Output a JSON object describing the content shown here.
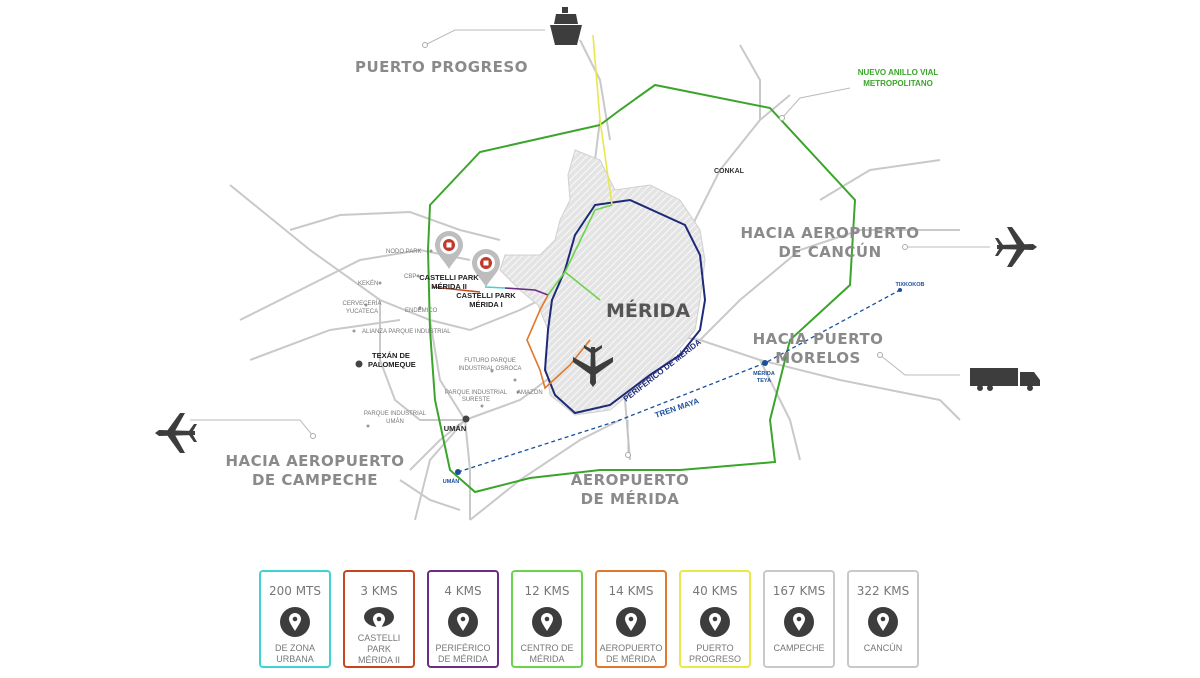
{
  "map": {
    "port_label": "PUERTO PROGRESO",
    "ring_label_line1": "NUEVO ANILLO VIAL",
    "ring_label_line2": "METROPOLITANO",
    "conkal": "CONKAL",
    "cancun_line1": "HACIA AEROPUERTO",
    "cancun_line2": "DE CANCÚN",
    "morelos_line1": "HACIA PUERTO",
    "morelos_line2": "MORELOS",
    "campeche_line1": "HACIA AEROPUERTO",
    "campeche_line2": "DE CAMPECHE",
    "airport_line1": "AEROPUERTO",
    "airport_line2": "DE MÉRIDA",
    "city": "MÉRIDA",
    "periferico": "PERIFÉRICO DE MÉRIDA",
    "tren_maya": "TREN MAYA",
    "tixkokob": "TIXKOKOB",
    "merida_teya_1": "MÉRIDA",
    "merida_teya_2": "TEYA",
    "uman_station": "UMÁN",
    "uman": "UMÁN",
    "castelli2_line1": "CASTELLI PARK",
    "castelli2_line2": "MÉRIDA II",
    "castelli1_line1": "CASTELLI PARK",
    "castelli1_line2": "MÉRIDA I",
    "nodo_park": "NODO PARK",
    "cbp": "CBP",
    "kekeen": "KEKÉN",
    "cerveceria_1": "CERVECERÍA",
    "cerveceria_2": "YUCATECA",
    "endemico": "ENDÉMICO",
    "alianza": "ALIANZA PARQUE INDUSTRIAL",
    "texan_1": "TEXÁN DE",
    "texan_2": "PALOMEQUE",
    "futuro_1": "FUTURO PARQUE",
    "futuro_2": "INDUSTRIAL OSROCA",
    "amazon": "AMAZON",
    "sureste_1": "PARQUE INDUSTRIAL",
    "sureste_2": "SURESTE",
    "pi_uman_1": "PARQUE INDUSTRIAL",
    "pi_uman_2": "UMÁN"
  },
  "legend": [
    {
      "distance": "200 MTS",
      "line1": "DE ZONA",
      "line2": "URBANA",
      "color": "#3fd4d4"
    },
    {
      "distance": "3 KMS",
      "line1": "CASTELLI PARK",
      "line2": "MÉRIDA II",
      "color": "#c7461f"
    },
    {
      "distance": "4 KMS",
      "line1": "PERIFÉRICO",
      "line2": "DE MÉRIDA",
      "color": "#6a2d86"
    },
    {
      "distance": "12 KMS",
      "line1": "CENTRO DE",
      "line2": "MÉRIDA",
      "color": "#6bd44a"
    },
    {
      "distance": "14 KMS",
      "line1": "AEROPUERTO",
      "line2": "DE MÉRIDA",
      "color": "#e2782c"
    },
    {
      "distance": "40 KMS",
      "line1": "PUERTO",
      "line2": "PROGRESO",
      "color": "#e8e84a"
    },
    {
      "distance": "167 KMS",
      "line1": "CAMPECHE",
      "line2": "",
      "color": "#c9c9c9"
    },
    {
      "distance": "322 KMS",
      "line1": "CANCÚN",
      "line2": "",
      "color": "#c9c9c9"
    }
  ]
}
